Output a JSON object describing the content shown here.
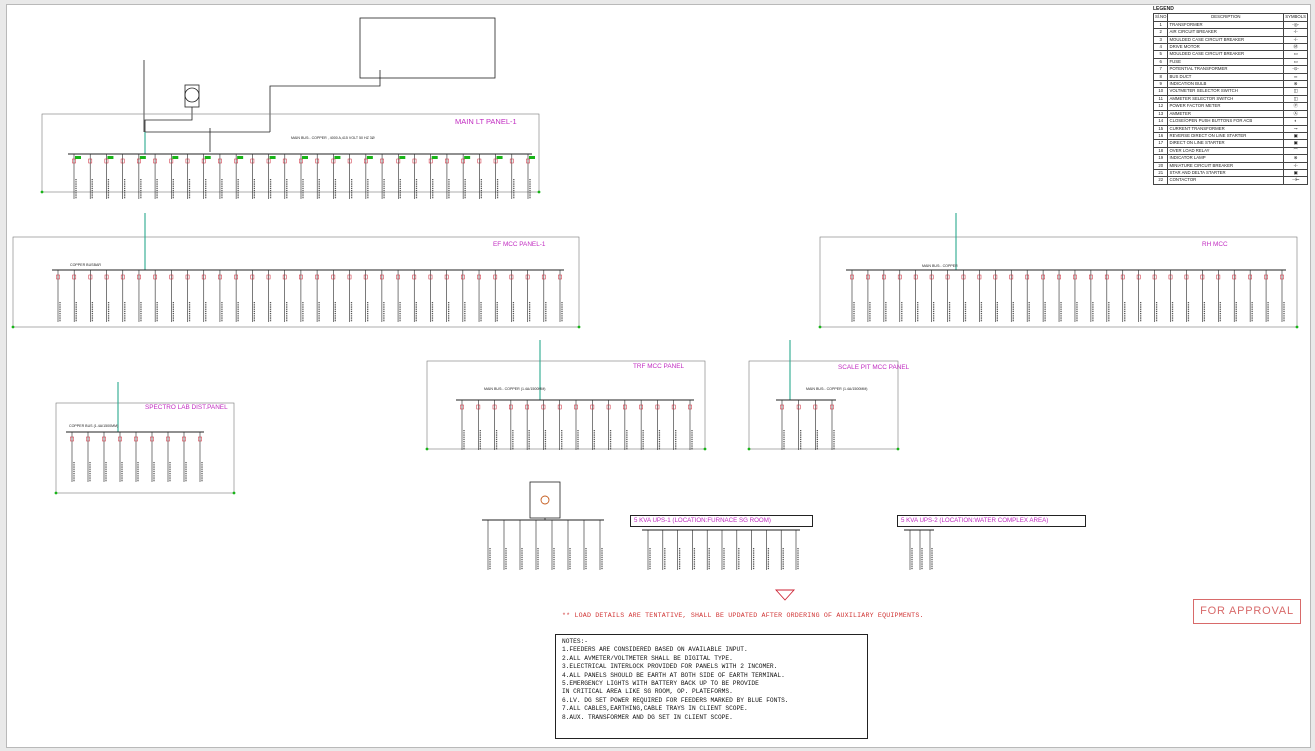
{
  "colors": {
    "panel_title": "#c12bc1",
    "feeder_green": "#18b418",
    "busbar": "#222222",
    "note_red": "#d03535",
    "approval_red": "#d86a6a",
    "blue_font": "#2a2ac8",
    "incomer_cable": "#29a88e"
  },
  "panels": {
    "main_lt": {
      "title": "MAIN LT PANEL-1",
      "bus": "MAIN BUS:- COPPER , 4000 A,415 VOLT 50 HZ 3Ø"
    },
    "ef_mcc": {
      "title": "EF MCC PANEL-1",
      "bus": "COPPER BUSBAR"
    },
    "rh_mcc": {
      "title": "RH MCC",
      "bus": "MAIN BUS:- COPPER"
    },
    "trf_mcc": {
      "title": "TRF MCC PANEL",
      "bus": "MAIN BUS:- COPPER (1.4A/1500MM)"
    },
    "scale_pit": {
      "title": "SCALE PIT MCC PANEL",
      "bus": "MAIN BUS:- COPPER (1.4A/1500MM)"
    },
    "spectro": {
      "title": "SPECTRO LAB DIST.PANEL",
      "bus": "COPPER BUS (1.4A/1500MM)"
    }
  },
  "ups": {
    "ups1": "5 KVA UPS-1 (LOCATION:FURNACE SG ROOM)",
    "ups2": "5 KVA UPS-2 (LOCATION:WATER COMPLEX AREA)"
  },
  "load_note": "** LOAD DETAILS ARE TENTATIVE, SHALL BE UPDATED AFTER ORDERING OF AUXILIARY EQUIPMENTS.",
  "approval_stamp": "FOR APPROVAL",
  "notes": {
    "title": "NOTES:-",
    "lines": [
      "1.FEEDERS ARE  CONSIDERED BASED ON AVAILABLE INPUT.",
      "2.ALL AVMETER/VOLTMETER SHALL BE DIGITAL TYPE.",
      "3.ELECTRICAL INTERLOCK PROVIDED FOR PANELS WITH 2 INCOMER.",
      "4.ALL PANELS SHOULD BE EARTH AT BOTH SIDE OF EARTH TERMINAL.",
      "5.EMERGENCY LIGHTS WITH BATTERY BACK UP TO BE PROVIDE",
      "  IN CRITICAL AREA LIKE SG ROOM, OP. PLATEFORMS.",
      "6.LV. DG SET POWER REQUIRED FOR FEEDERS MARKED BY BLUE FONTS.",
      "7.ALL CABLES,EARTHING,CABLE TRAYS IN CLIENT SCOPE.",
      "8.AUX. TRANSFORMER AND DG SET IN CLIENT SCOPE."
    ]
  },
  "legend": {
    "title": "LEGEND",
    "headers": [
      "Sl.NO",
      "DESCRIPTION",
      "SYMBOLS"
    ],
    "rows": [
      [
        "1",
        "TRANSFORMER",
        "-◎-"
      ],
      [
        "2",
        "AIR CIRCUIT BREAKER",
        "-/-"
      ],
      [
        "3",
        "MOULDED CASE CIRCUIT BREAKER",
        "-/-"
      ],
      [
        "4",
        "DRIVE MOTOR",
        "Ⓜ"
      ],
      [
        "5",
        "MOULDED CASE CIRCUIT BREAKER",
        "▭"
      ],
      [
        "6",
        "FUSE",
        "▭"
      ],
      [
        "7",
        "POTENTIAL TRANSFORMER",
        "-⊙-"
      ],
      [
        "8",
        "BUS DUCT",
        "═"
      ],
      [
        "9",
        "INDICATION BULB",
        "⊗"
      ],
      [
        "10",
        "VOLTMETER SELECTOR SWITCH",
        "◫"
      ],
      [
        "11",
        "AMMETER SELECTOR SWITCH",
        "◫"
      ],
      [
        "12",
        "POWER FACTOR METER",
        "Ⓟ"
      ],
      [
        "13",
        "AMMETER",
        "Ⓐ"
      ],
      [
        "14",
        "CLOSE/OPEN PUSH BUTTONS FOR ACB",
        "◐"
      ],
      [
        "15",
        "CURRENT TRANSFORMER",
        "⊸"
      ],
      [
        "16",
        "REVERSE DIRECT ON LINE STARTER",
        "▣"
      ],
      [
        "17",
        "DIRECT ON LINE STARTER",
        "▣"
      ],
      [
        "18",
        "OVER LOAD RELAY",
        "⌒"
      ],
      [
        "19",
        "INDICATOR LAMP",
        "⊗"
      ],
      [
        "20",
        "MINIATURE CIRCUIT BREAKER",
        "-/-"
      ],
      [
        "21",
        "STAR AND DELTA STARTER",
        "▣"
      ],
      [
        "22",
        "CONTACTOR",
        "⊣⊢"
      ]
    ]
  }
}
